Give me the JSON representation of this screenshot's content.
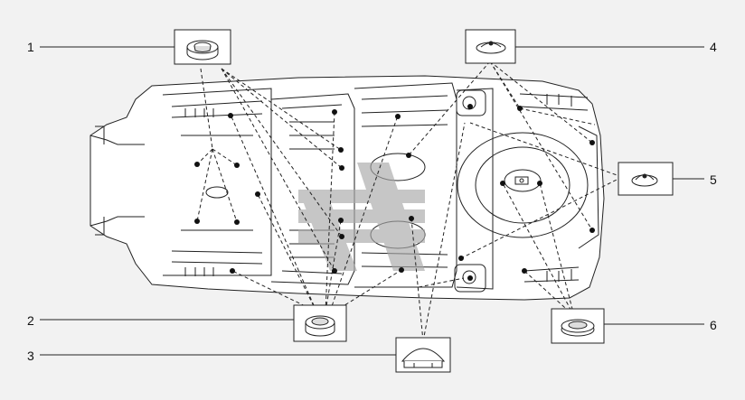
{
  "diagram": {
    "callouts": [
      {
        "number": "1",
        "part": "plug-large-ring"
      },
      {
        "number": "2",
        "part": "plug-ring"
      },
      {
        "number": "3",
        "part": "plug-dome-cap"
      },
      {
        "number": "4",
        "part": "plug-flat-cap"
      },
      {
        "number": "5",
        "part": "plug-small-cap"
      },
      {
        "number": "6",
        "part": "plug-wide-ring"
      }
    ],
    "watermark": "VAZ logo",
    "colors": {
      "line": "#222222",
      "body": "#ffffff",
      "background": "#f2f2f2",
      "watermark": "#a8a8a8"
    }
  }
}
